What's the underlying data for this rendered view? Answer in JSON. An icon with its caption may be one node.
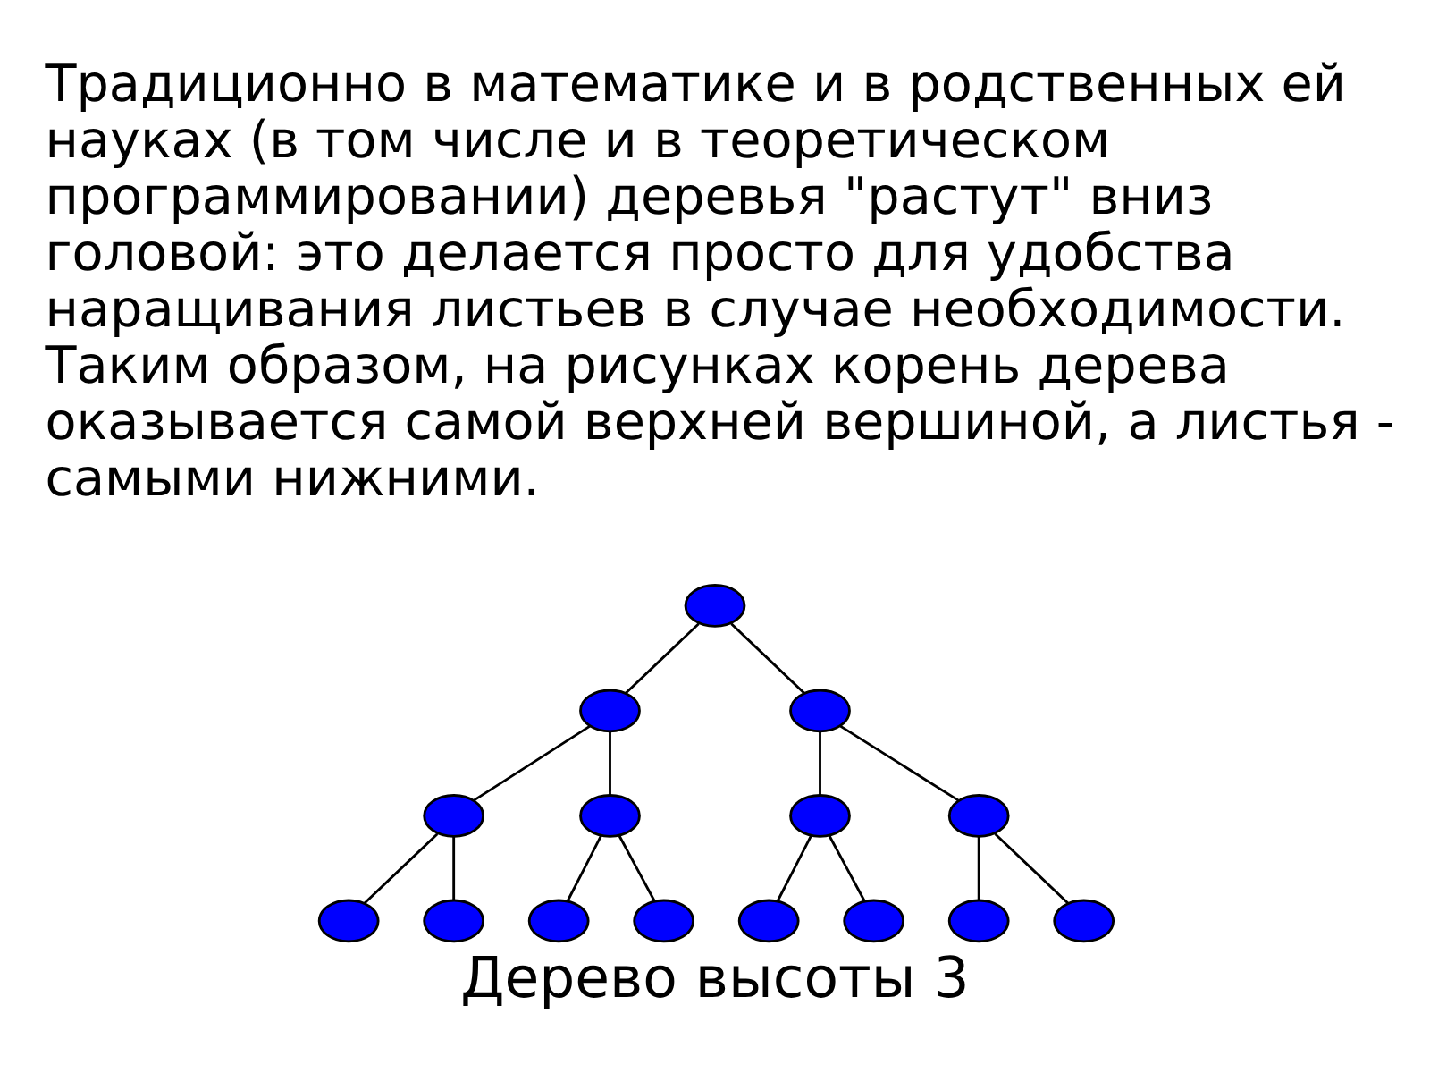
{
  "diagram": {
    "caption": "Дерево высоты 3",
    "nodes": [
      {
        "text": [],
        "shape": "circle"
      },
      {
        "text": [],
        "shape": "circle"
      },
      {
        "text": [],
        "shape": "circle"
      },
      {
        "text": [],
        "shape": "circle"
      },
      {
        "text": [],
        "shape": "circle"
      },
      {
        "text": [],
        "shape": "circle"
      },
      {
        "text": [],
        "shape": "circle"
      },
      {
        "text": [],
        "shape": "circle"
      },
      {
        "text": [],
        "shape": "circle"
      },
      {
        "text": [],
        "shape": "circle"
      },
      {
        "text": [],
        "shape": "circle"
      },
      {
        "text": [],
        "shape": "circle"
      },
      {
        "text": [],
        "shape": "circle"
      },
      {
        "text": [],
        "shape": "circle"
      },
      {
        "text": [],
        "shape": "circle"
      }
    ],
    "edges": [
      {
        "from": 0,
        "to": 1,
        "arrow": "none"
      },
      {
        "from": 0,
        "to": 2,
        "arrow": "none"
      },
      {
        "from": 1,
        "to": 3,
        "arrow": "none"
      },
      {
        "from": 1,
        "to": 4,
        "arrow": "none"
      },
      {
        "from": 2,
        "to": 5,
        "arrow": "none"
      },
      {
        "from": 2,
        "to": 6,
        "arrow": "none"
      },
      {
        "from": 3,
        "to": 7,
        "arrow": "none"
      },
      {
        "from": 3,
        "to": 8,
        "arrow": "none"
      },
      {
        "from": 4,
        "to": 9,
        "arrow": "none"
      },
      {
        "from": 4,
        "to": 10,
        "arrow": "none"
      },
      {
        "from": 5,
        "to": 11,
        "arrow": "none"
      },
      {
        "from": 5,
        "to": 12,
        "arrow": "none"
      },
      {
        "from": 6,
        "to": 13,
        "arrow": "none"
      },
      {
        "from": 6,
        "to": 14,
        "arrow": "none"
      }
    ],
    "labels": [
      "Традиционно в математике и в родственных ей науках (в том числе и в теоретическом программировании) деревья \"растут\" вниз головой: это делается просто для удобства наращивания листьев в случае необходимости. Таким образом, на рисунках корень дерева оказывается самой верхней вершиной, а листья - самыми нижними."
    ]
  }
}
